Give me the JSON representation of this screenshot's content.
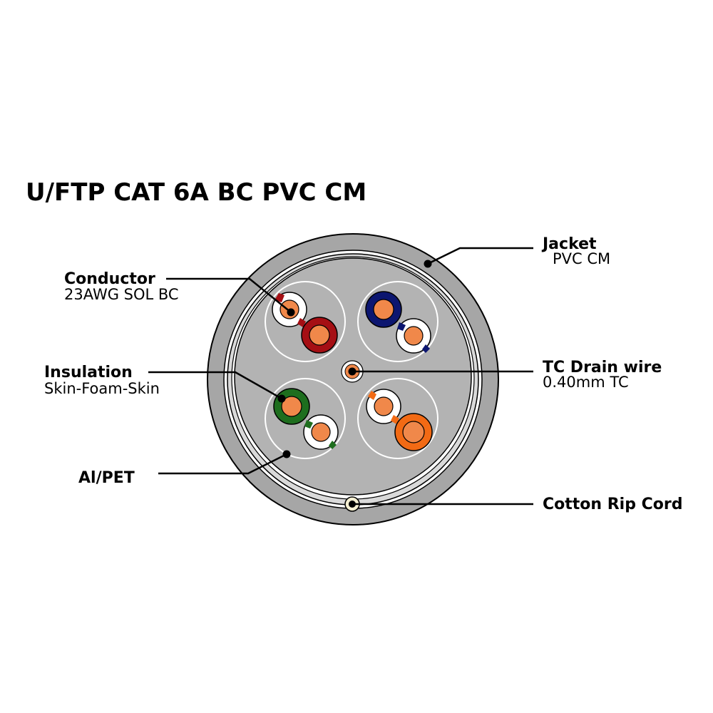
{
  "title": "U/FTP CAT 6A BC PVC CM",
  "callouts": {
    "jacket": {
      "name": "Jacket",
      "spec": "PVC CM"
    },
    "conductor": {
      "name": "Conductor",
      "spec": "23AWG SOL BC"
    },
    "insulation": {
      "name": "Insulation",
      "spec": "Skin-Foam-Skin"
    },
    "drain": {
      "name": "TC Drain wire",
      "spec": "0.40mm TC"
    },
    "foil": {
      "name": "Al/PET"
    },
    "ripcord": {
      "name": "Cotton Rip Cord"
    }
  },
  "colors": {
    "jacket": "#a6a6a6",
    "core": "#b3b3b3",
    "copper": "#f0884a",
    "white": "#ffffff",
    "pair_brown": "#a50f14",
    "pair_blue": "#0c1670",
    "pair_green": "#1e6e1e",
    "pair_orange": "#f26a14"
  },
  "pairs": [
    {
      "id": "brown-pair",
      "color_key": "pair_brown"
    },
    {
      "id": "blue-pair",
      "color_key": "pair_blue"
    },
    {
      "id": "green-pair",
      "color_key": "pair_green"
    },
    {
      "id": "orange-pair",
      "color_key": "pair_orange"
    }
  ]
}
